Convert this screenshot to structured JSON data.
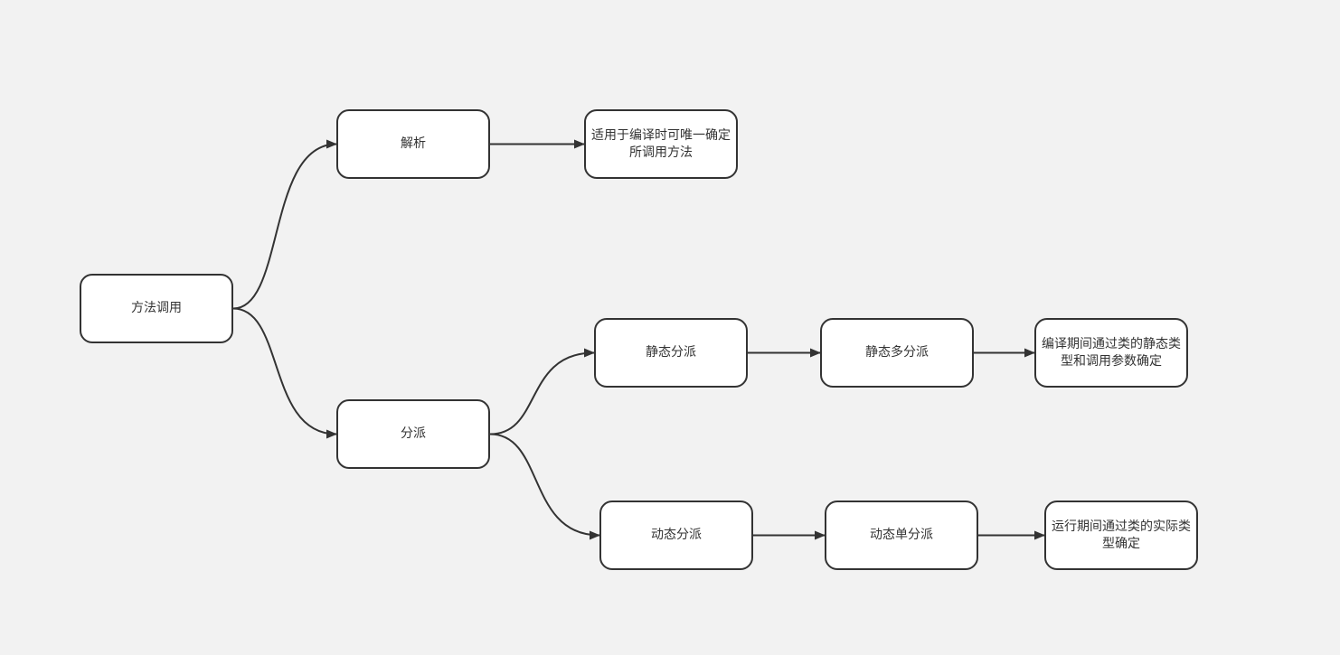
{
  "diagram": {
    "nodes": {
      "root": "方法调用",
      "parse": "解析",
      "parse_desc": "适用于编译时可唯一确定所调用方法",
      "dispatch": "分派",
      "static_dispatch": "静态分派",
      "static_multi_dispatch": "静态多分派",
      "static_desc": "编译期间通过类的静态类型和调用参数确定",
      "dynamic_dispatch": "动态分派",
      "dynamic_single_dispatch": "动态单分派",
      "dynamic_desc": "运行期间通过类的实际类型确定"
    },
    "edges": [
      [
        "root",
        "parse"
      ],
      [
        "root",
        "dispatch"
      ],
      [
        "parse",
        "parse_desc"
      ],
      [
        "dispatch",
        "static_dispatch"
      ],
      [
        "dispatch",
        "dynamic_dispatch"
      ],
      [
        "static_dispatch",
        "static_multi_dispatch"
      ],
      [
        "static_multi_dispatch",
        "static_desc"
      ],
      [
        "dynamic_dispatch",
        "dynamic_single_dispatch"
      ],
      [
        "dynamic_single_dispatch",
        "dynamic_desc"
      ]
    ],
    "colors": {
      "background": "#f2f2f2",
      "node_fill": "#ffffff",
      "stroke": "#333333"
    }
  }
}
